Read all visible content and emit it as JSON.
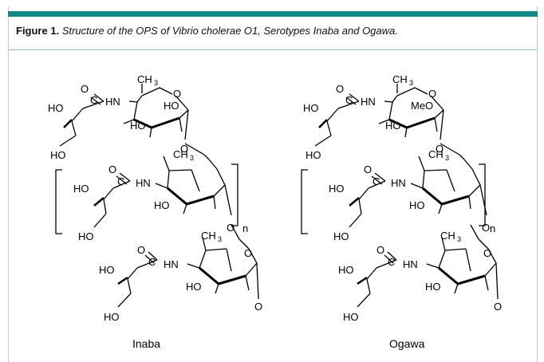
{
  "figure": {
    "label": "Figure 1.",
    "caption": "Structure of the OPS of Vibrio cholerae O1, Serotypes Inaba and Ogawa.",
    "accent_color": "#138686"
  },
  "structures": [
    {
      "name": "Inaba",
      "substituent": "HO",
      "atoms": {
        "methyl": "CH",
        "methyl_sub": "3",
        "ring_o": "O",
        "amide_n": "HN",
        "carbonyl_c": "C",
        "carbonyl_o": "O",
        "hydroxyl": "HO",
        "link_o": "O",
        "repeat": "n",
        "terminal_o": "O"
      }
    },
    {
      "name": "Ogawa",
      "substituent": "MeO",
      "atoms": {
        "methyl": "CH",
        "methyl_sub": "3",
        "ring_o": "O",
        "amide_n": "HN",
        "carbonyl_c": "C",
        "carbonyl_o": "O",
        "hydroxyl": "HO",
        "link_o": "O",
        "repeat": "n",
        "terminal_o": "O"
      }
    }
  ]
}
